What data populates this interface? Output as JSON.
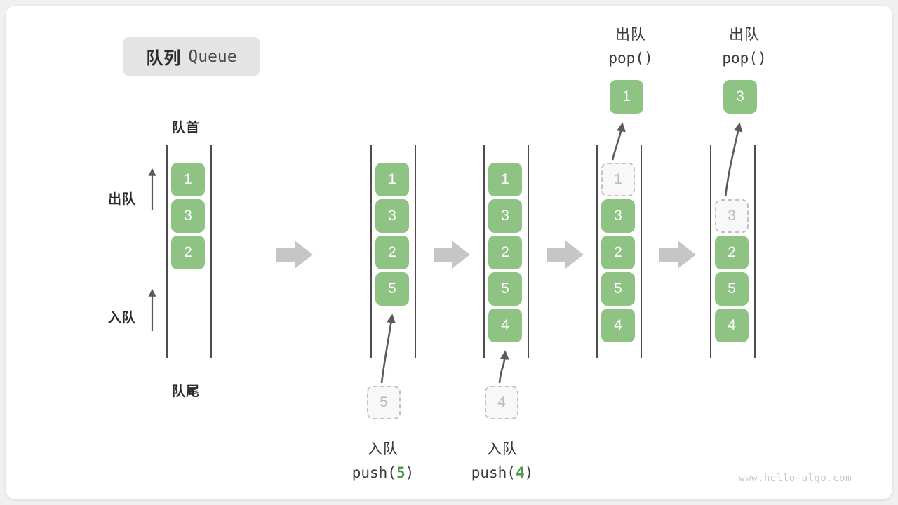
{
  "title": {
    "cn": "队列",
    "en": "Queue"
  },
  "labels": {
    "head": "队首",
    "tail": "队尾",
    "dequeue": "出队",
    "enqueue": "入队"
  },
  "operations": {
    "push5": {
      "cn": "入队",
      "fn_open": "push(",
      "arg": "5",
      "fn_close": ")"
    },
    "push4": {
      "cn": "入队",
      "fn_open": "push(",
      "arg": "4",
      "fn_close": ")"
    },
    "pop1": {
      "cn": "出队",
      "code": "pop()"
    },
    "pop2": {
      "cn": "出队",
      "code": "pop()"
    }
  },
  "colors": {
    "cell_fill": "#8ec384",
    "cell_text": "#ffffff",
    "ghost_fill": "#f8f8f8",
    "ghost_border": "#c2c2c2",
    "ghost_text": "#bcbcbc",
    "rail": "#4d4d4d",
    "arrow_gray": "#c6c6c6",
    "accent_green": "#4e9a4e",
    "badge_bg": "#e4e4e4"
  },
  "columns": [
    {
      "id": "state-0",
      "cells": [
        "1",
        "3",
        "2"
      ],
      "ghosts": []
    },
    {
      "id": "state-1",
      "cells": [
        "1",
        "3",
        "2",
        "5"
      ],
      "ghosts": []
    },
    {
      "id": "state-2",
      "cells": [
        "1",
        "3",
        "2",
        "5",
        "4"
      ],
      "ghosts": []
    },
    {
      "id": "state-3",
      "cells": [
        "3",
        "2",
        "5",
        "4"
      ],
      "ghosts": [
        "1"
      ]
    },
    {
      "id": "state-4",
      "cells": [
        "2",
        "5",
        "4"
      ],
      "ghosts": [
        "3"
      ]
    }
  ],
  "incoming": [
    {
      "column": "state-1",
      "value": "5"
    },
    {
      "column": "state-2",
      "value": "4"
    }
  ],
  "outgoing": [
    {
      "column": "state-3",
      "value": "1"
    },
    {
      "column": "state-4",
      "value": "3"
    }
  ],
  "watermark": "www.hello-algo.com"
}
